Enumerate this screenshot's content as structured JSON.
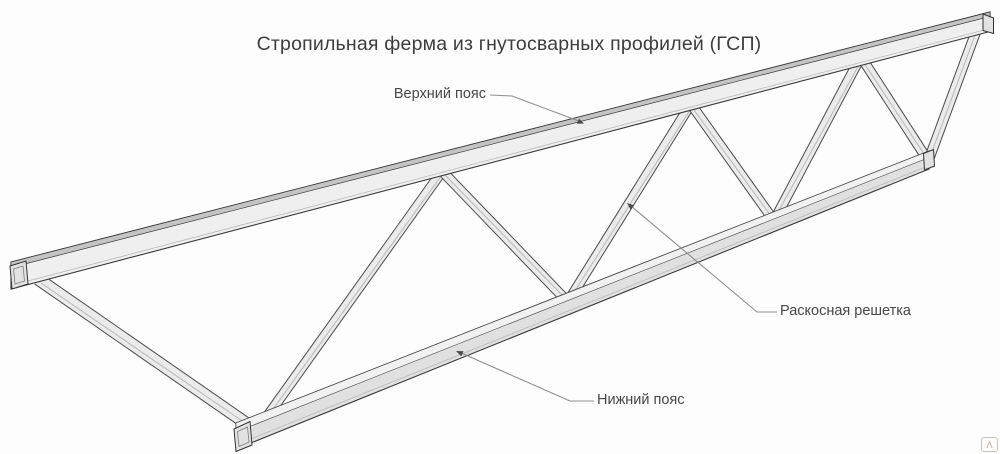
{
  "title": "Стропильная ферма из гнутосварных профилей (ГСП)",
  "labels": {
    "top_chord": "Верхний пояс",
    "lattice": "Раскосная решетка",
    "bottom_chord": "Нижний пояс"
  },
  "watermark": "Λ",
  "colors": {
    "background": "#fdfdfd",
    "member_fill": "#ebebeb",
    "member_edge": "#4a4a4a",
    "leader_line": "#8f8f8f",
    "text": "#3d3d3d"
  },
  "diagram": {
    "type": "isometric line drawing",
    "subject": "roof truss of bent-welded profiles (GSP)"
  }
}
